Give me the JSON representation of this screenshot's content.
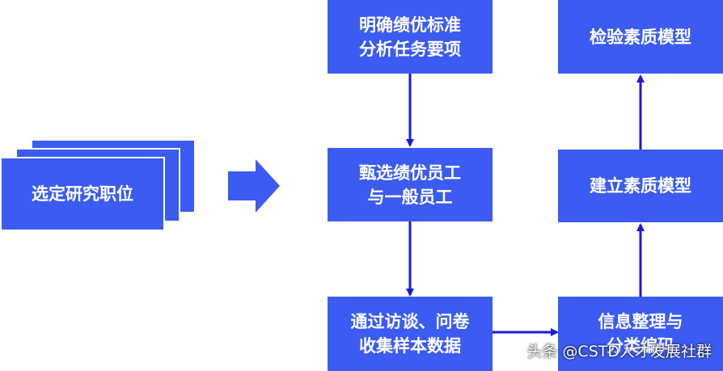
{
  "diagram": {
    "start_node": {
      "label": "选定研究职位"
    },
    "nodes": [
      {
        "id": "n1",
        "lines": [
          "明确绩优标准",
          "分析任务要项"
        ]
      },
      {
        "id": "n2",
        "lines": [
          "甄选绩优员工",
          "与一般员工"
        ]
      },
      {
        "id": "n3",
        "lines": [
          "通过访谈、问卷",
          "收集样本数据"
        ]
      },
      {
        "id": "n4",
        "lines": [
          "信息整理与",
          "分类编码"
        ]
      },
      {
        "id": "n5",
        "lines": [
          "建立素质模型"
        ]
      },
      {
        "id": "n6",
        "lines": [
          "检验素质模型"
        ]
      }
    ],
    "edges": [
      {
        "from": "start",
        "to": "n1",
        "style": "block-arrow"
      },
      {
        "from": "n1",
        "to": "n2"
      },
      {
        "from": "n2",
        "to": "n3"
      },
      {
        "from": "n3",
        "to": "n4"
      },
      {
        "from": "n4",
        "to": "n5"
      },
      {
        "from": "n5",
        "to": "n6"
      }
    ],
    "colors": {
      "box": "#3b5bf2",
      "arrow": "#1a1adb",
      "text": "#ffffff"
    }
  },
  "watermark": {
    "text": "头条 @CSTD人才发展社群"
  }
}
